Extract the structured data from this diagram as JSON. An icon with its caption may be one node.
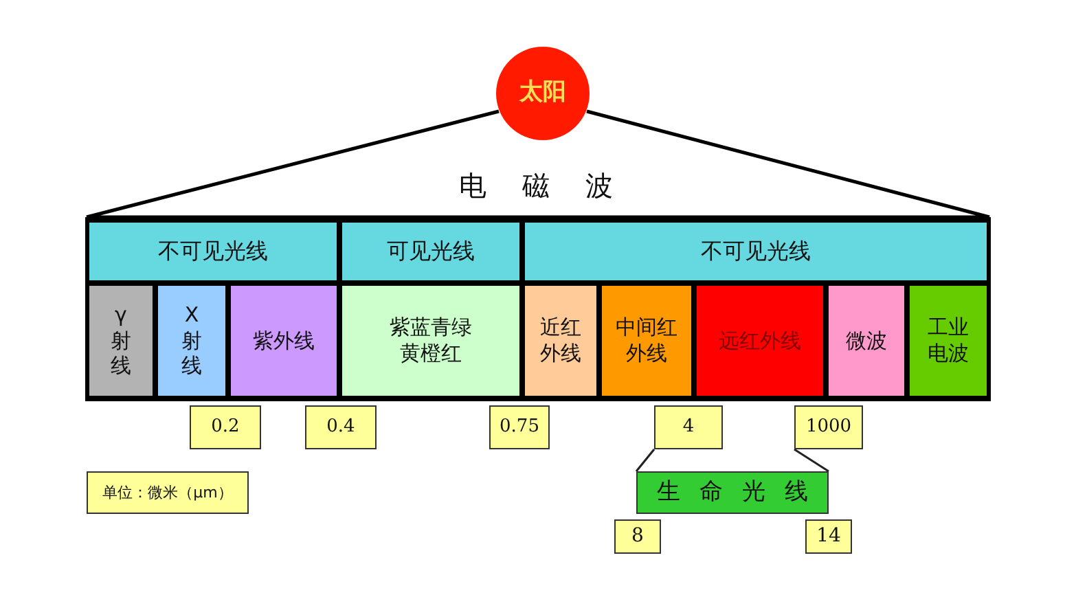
{
  "diagram": {
    "nodes": [
      {
        "text": [
          "太阳"
        ]
      },
      {
        "text": [
          "不可见光线"
        ]
      },
      {
        "text": [
          "可见光线"
        ]
      },
      {
        "text": [
          "不可见光线"
        ]
      },
      {
        "text": [
          "γ射线"
        ]
      },
      {
        "text": [
          "X射线"
        ]
      },
      {
        "text": [
          "紫外线"
        ]
      },
      {
        "text": [
          "紫蓝青绿黄橙红"
        ]
      },
      {
        "text": [
          "近红外线"
        ]
      },
      {
        "text": [
          "中间红外线"
        ]
      },
      {
        "text": [
          "远红外线"
        ]
      },
      {
        "text": [
          "微波"
        ]
      },
      {
        "text": [
          "工业电波"
        ]
      },
      {
        "text": [
          "0.2"
        ]
      },
      {
        "text": [
          "0.4"
        ]
      },
      {
        "text": [
          "0.75"
        ]
      },
      {
        "text": [
          "4"
        ]
      },
      {
        "text": [
          "1000"
        ]
      },
      {
        "text": [
          "生命光线"
        ]
      },
      {
        "text": [
          "8"
        ]
      },
      {
        "text": [
          "14"
        ]
      },
      {
        "text": [
          "单位：微米（μm）"
        ]
      }
    ],
    "edges": [
      {
        "from": 16,
        "to": 18,
        "arrow": "none"
      },
      {
        "from": 17,
        "to": 18,
        "arrow": "none"
      }
    ],
    "labels": [
      "电磁波"
    ]
  }
}
